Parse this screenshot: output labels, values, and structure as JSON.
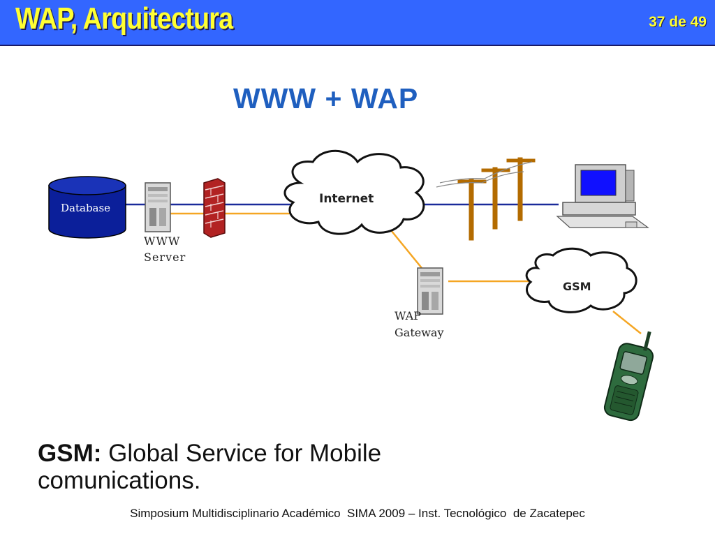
{
  "slide": {
    "title": "WAP, Arquitectura",
    "counter": "37 de 49"
  },
  "diagram": {
    "heading": "WWW + WAP",
    "nodes": {
      "database": "Database",
      "www_server": "WWW\nServer",
      "internet": "Internet",
      "wap_gateway": "WAP\nGateway",
      "gsm": "GSM"
    },
    "colors": {
      "blue_link": "#1a2a9a",
      "orange_link": "#f5a623",
      "database_fill": "#0b1f9a",
      "firewall": "#b22222"
    }
  },
  "note": {
    "term": "GSM:",
    "definition": "Global Service for Mobile comunications."
  },
  "footer": {
    "text": "Simposium Multidisciplinario Académico  SIMA 2009 – Inst. Tecnológico  de Zacatepec"
  }
}
